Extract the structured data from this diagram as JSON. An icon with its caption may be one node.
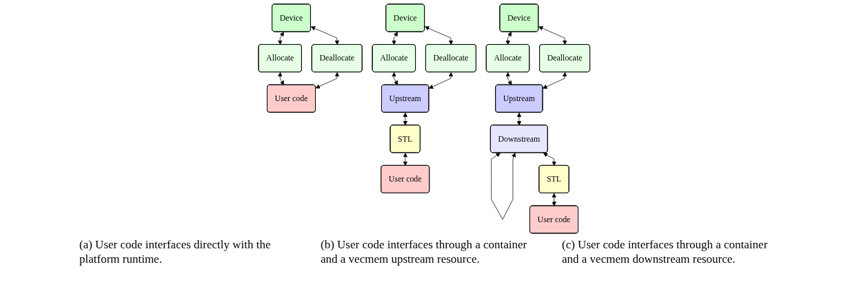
{
  "diagram": {
    "nodes": [
      {
        "text": [
          "Device"
        ]
      },
      {
        "text": [
          "Allocate"
        ]
      },
      {
        "text": [
          "Deallocate"
        ]
      },
      {
        "text": [
          "User code"
        ]
      },
      {
        "text": [
          "Device"
        ]
      },
      {
        "text": [
          "Allocate"
        ]
      },
      {
        "text": [
          "Deallocate"
        ]
      },
      {
        "text": [
          "Upstream"
        ]
      },
      {
        "text": [
          "STL"
        ]
      },
      {
        "text": [
          "User code"
        ]
      },
      {
        "text": [
          "Device"
        ]
      },
      {
        "text": [
          "Allocate"
        ]
      },
      {
        "text": [
          "Deallocate"
        ]
      },
      {
        "text": [
          "Upstream"
        ]
      },
      {
        "text": [
          "Downstream"
        ]
      },
      {
        "text": [
          "STL"
        ]
      },
      {
        "text": [
          "User code"
        ]
      }
    ],
    "edges": [
      {
        "from": 0,
        "to": 1,
        "arrow": "both"
      },
      {
        "from": 0,
        "to": 2,
        "arrow": "both"
      },
      {
        "from": 1,
        "to": 3,
        "arrow": "both"
      },
      {
        "from": 2,
        "to": 3,
        "arrow": "both"
      },
      {
        "from": 4,
        "to": 5,
        "arrow": "both"
      },
      {
        "from": 4,
        "to": 6,
        "arrow": "both"
      },
      {
        "from": 5,
        "to": 7,
        "arrow": "both"
      },
      {
        "from": 6,
        "to": 7,
        "arrow": "both"
      },
      {
        "from": 7,
        "to": 8,
        "arrow": "both"
      },
      {
        "from": 8,
        "to": 9,
        "arrow": "both"
      },
      {
        "from": 10,
        "to": 11,
        "arrow": "both"
      },
      {
        "from": 10,
        "to": 12,
        "arrow": "both"
      },
      {
        "from": 11,
        "to": 13,
        "arrow": "both"
      },
      {
        "from": 12,
        "to": 13,
        "arrow": "both"
      },
      {
        "from": 13,
        "to": 14,
        "arrow": "both"
      },
      {
        "from": 14,
        "to": 14,
        "arrow": "both"
      },
      {
        "from": 14,
        "to": 15,
        "arrow": "both"
      },
      {
        "from": 15,
        "to": 16,
        "arrow": "both"
      }
    ],
    "labels": [
      "(a) User code interfaces directly with the platform runtime.",
      "(b) User code interfaces through a container and a vecmem upstream resource.",
      "(c) User code interfaces through a container and a vecmem downstream resource."
    ]
  }
}
